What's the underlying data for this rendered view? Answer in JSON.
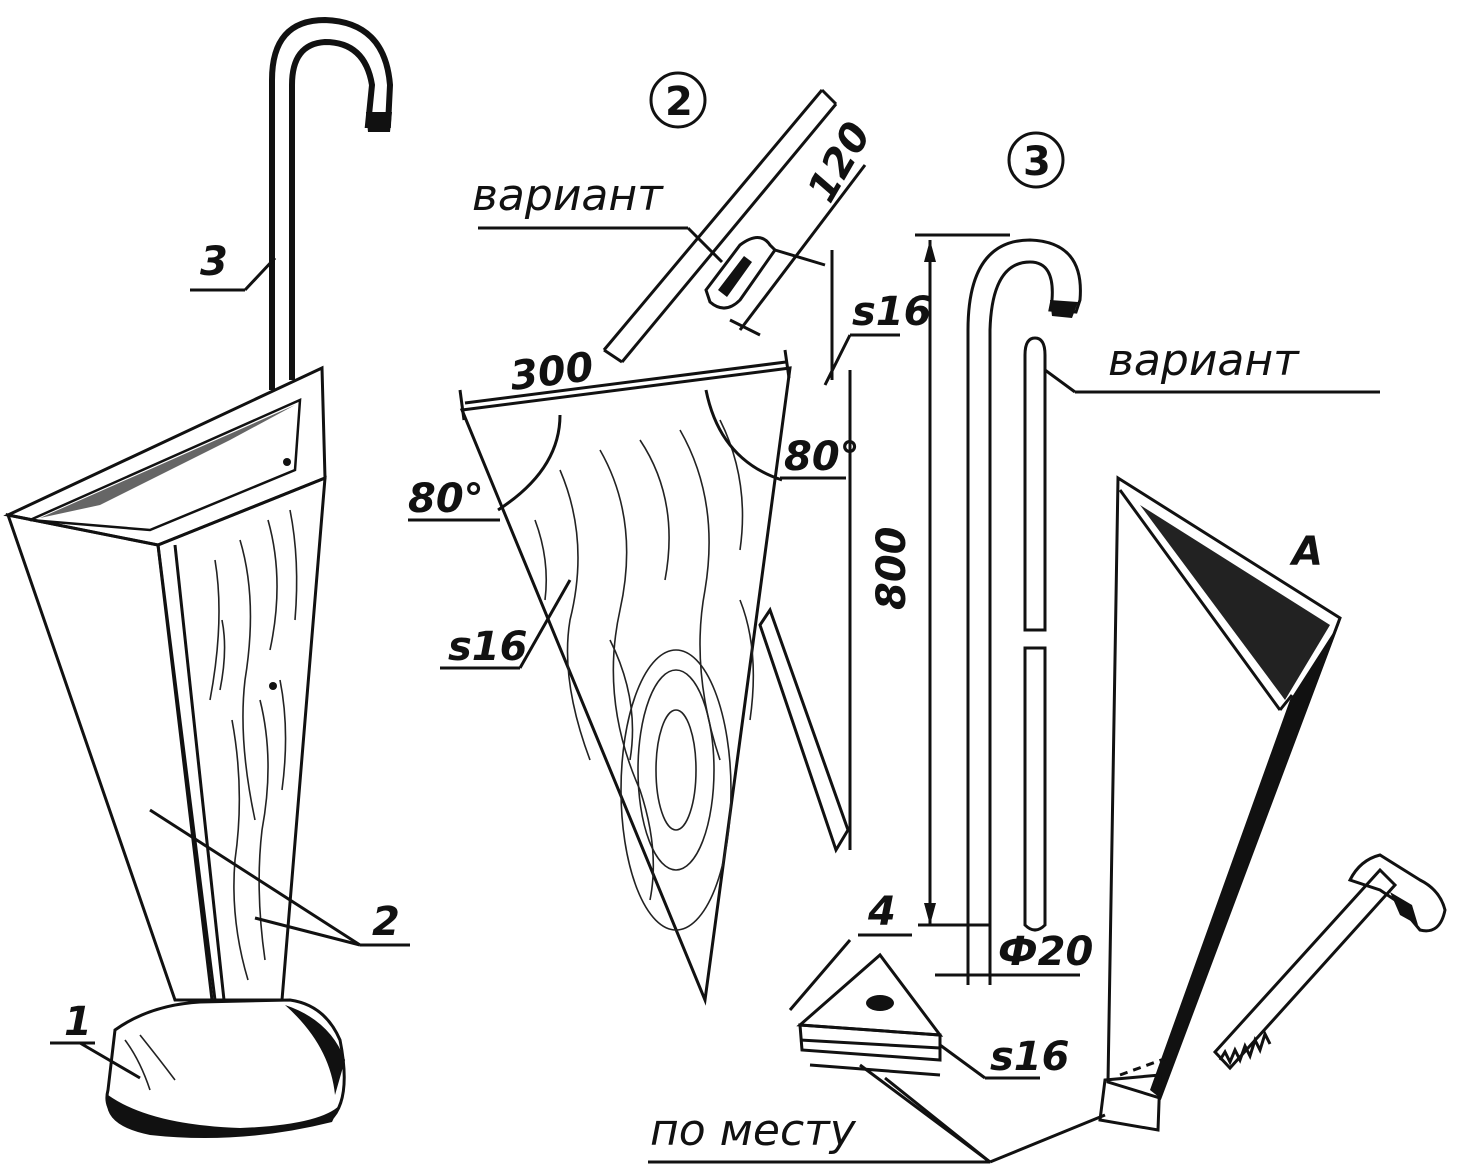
{
  "callouts": {
    "part_1": "1",
    "part_2": "2",
    "part_3": "3",
    "part_4": "4",
    "view_2": "2",
    "view_3": "3",
    "view_a": "А",
    "variant_top": "вариант",
    "variant_right": "вариант",
    "in_place": "по месту"
  },
  "dimensions": {
    "width_300": "300",
    "length_120": "120",
    "thickness_top": "s16",
    "thickness_panel": "s16",
    "thickness_base": "s16",
    "angle_left": "80°",
    "angle_right": "80°",
    "height_800": "800",
    "diameter_20": "Ф20"
  }
}
